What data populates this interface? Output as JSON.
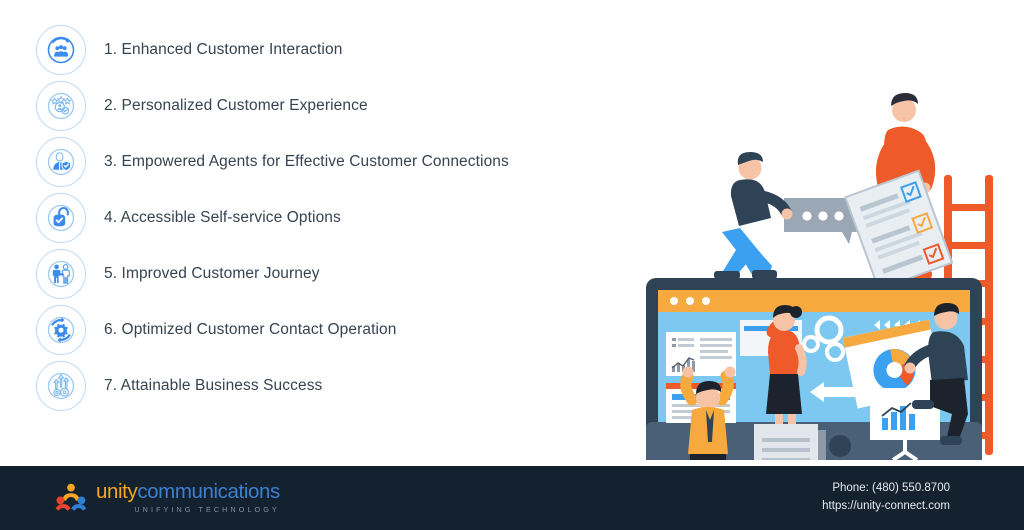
{
  "benefits": {
    "items": [
      {
        "num": "1.",
        "text": "1. Enhanced Customer Interaction",
        "icon": "customers-group-refresh-icon"
      },
      {
        "num": "2.",
        "text": "2. Personalized Customer Experience",
        "icon": "user-stars-rating-icon"
      },
      {
        "num": "3.",
        "text": "3. Empowered Agents for Effective Customer Connections",
        "icon": "agent-shield-icon"
      },
      {
        "num": "4.",
        "text": "4. Accessible Self-service Options",
        "icon": "open-padlock-check-icon"
      },
      {
        "num": "5.",
        "text": "5. Improved Customer Journey",
        "icon": "handshake-people-icon"
      },
      {
        "num": "6.",
        "text": "6. Optimized Customer Contact Operation",
        "icon": "gear-refresh-icon"
      },
      {
        "num": "7.",
        "text": "7. Attainable Business Success",
        "icon": "growth-arrows-gears-icon"
      }
    ]
  },
  "illustration": {
    "alt": "team collaborating around a large desktop monitor showing dashboards, charts and documents",
    "browser_dots": 3
  },
  "footer": {
    "brand": {
      "word_primary": "unity",
      "word_secondary": "communications",
      "tagline": "UNIFYING TECHNOLOGY"
    },
    "contact": {
      "phone": "Phone: (480) 550.8700",
      "website": "https://unity-connect.com"
    }
  },
  "colors": {
    "accent_blue": "#3b8ced",
    "icon_outline": "#bcd9f7",
    "text_dark": "#374350",
    "footer_bg": "#14212f",
    "brand_orange": "#f5a623",
    "brand_blue": "#3d7fd1",
    "illus_navy": "#2f4356",
    "illus_orange": "#f5a93f",
    "illus_red": "#ef5a2a",
    "illus_skyblue": "#7cc8f0"
  }
}
